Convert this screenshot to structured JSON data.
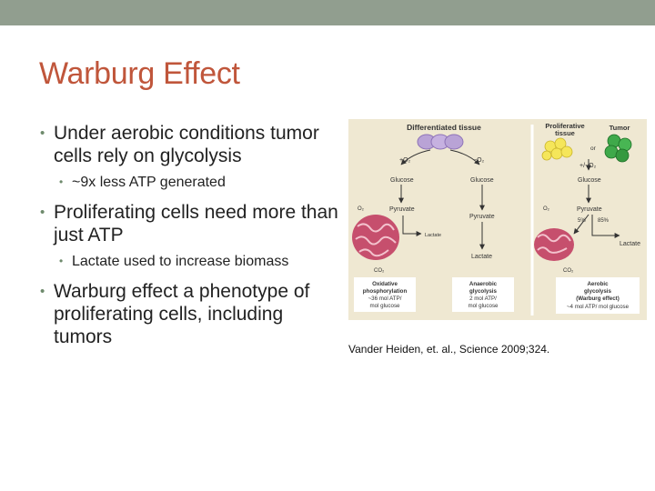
{
  "slide": {
    "title": "Warburg Effect",
    "bullets": [
      {
        "text": "Under aerobic conditions tumor cells rely on glycolysis",
        "sub": [
          "~9x less ATP generated"
        ]
      },
      {
        "text": "Proliferating cells need more than just ATP",
        "sub": [
          "Lactate used to increase biomass"
        ]
      },
      {
        "text": "Warburg effect a phenotype of proliferating cells, including tumors",
        "sub": []
      }
    ],
    "citation": "Vander Heiden, et. al., Science 2009;324."
  },
  "figure": {
    "left_title": "Differentiated tissue",
    "right_title_1": "Proliferative",
    "right_title_2": "tissue",
    "tumor_label": "Tumor",
    "or_label": "or",
    "plus_o2": "+O₂",
    "minus_o2": "−O₂",
    "plus_minus_o2": "+/−O₂",
    "glucose": "Glucose",
    "pyruvate": "Pyruvate",
    "lactate": "Lactate",
    "o2": "O₂",
    "co2": "CO₂",
    "pct_5": "5%",
    "pct_85": "85%",
    "box_oxidative": [
      "Oxidative",
      "phosphorylation",
      "~36 mol ATP/",
      "mol glucose"
    ],
    "box_anaerobic": [
      "Anaerobic",
      "glycolysis",
      "2 mol ATP/",
      "mol glucose"
    ],
    "box_aerobic": [
      "Aerobic",
      "glycolysis",
      "(Warburg effect)",
      "~4 mol ATP/ mol glucose"
    ]
  },
  "colors": {
    "title": "#c0563b",
    "topbar": "#919e8f",
    "figure_bg": "#efe8d2",
    "bullet": "#6e8a6c"
  }
}
